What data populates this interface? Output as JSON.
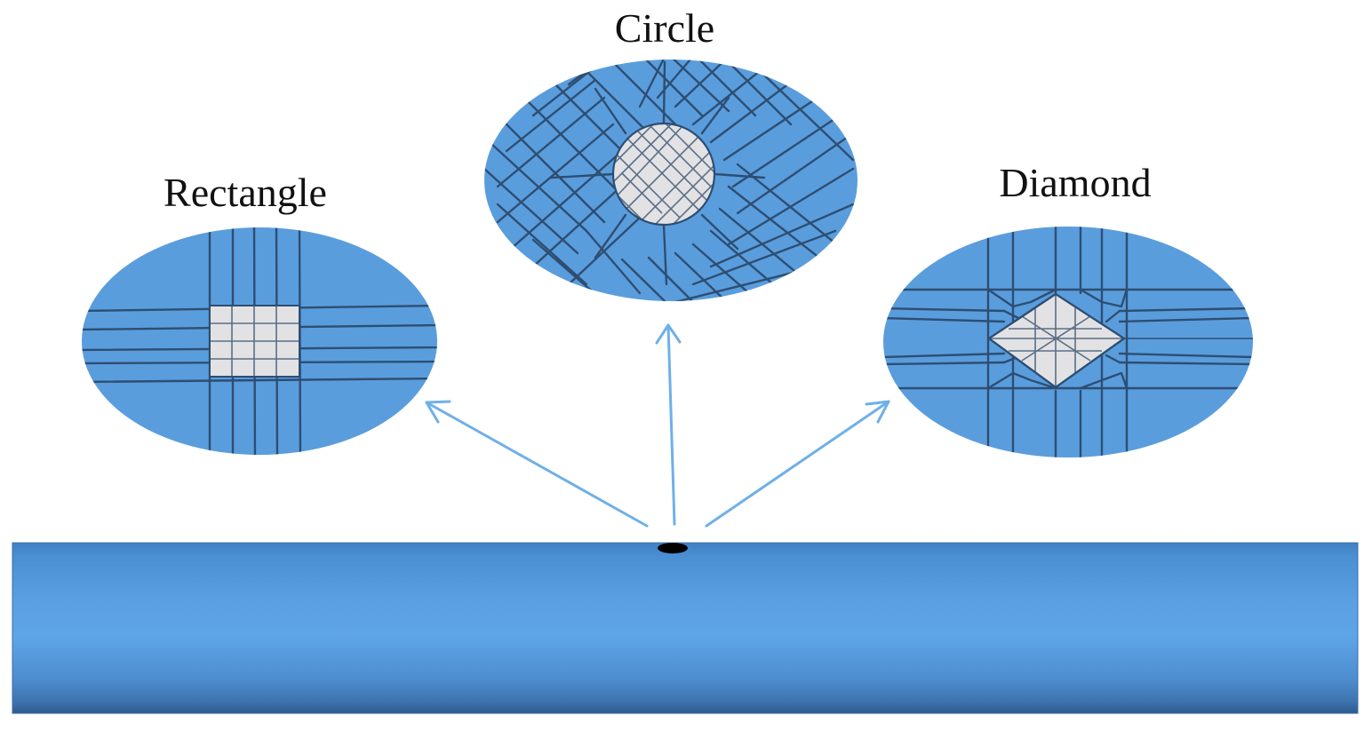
{
  "labels": {
    "rectangle": "Rectangle",
    "circle": "Circle",
    "diamond": "Diamond"
  },
  "colors": {
    "pipe": "#5b9fdf",
    "pipe_dark": "#2f5f93",
    "ellipse_fill": "#5a9ddd",
    "defect_fill": "#e2e2e4",
    "mesh_line": "#2d4e72",
    "arrow": "#6fb0e8",
    "defect_spot": "#000000"
  }
}
